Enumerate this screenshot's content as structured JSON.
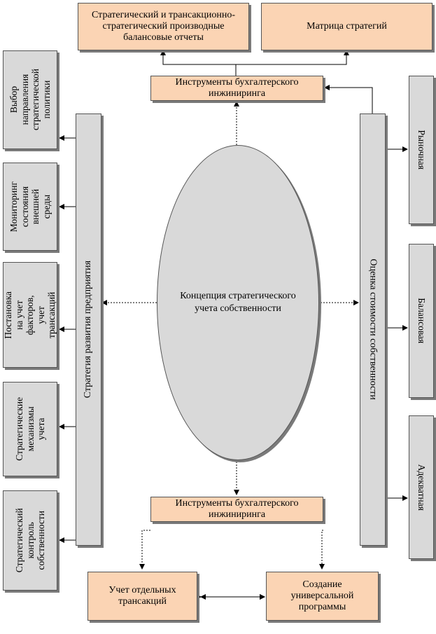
{
  "top": {
    "reports": "Стратегический и трансакционно-стратегический производные балансовые отчеты",
    "matrix": "Матрица стратегий"
  },
  "instruments_top": "Инструменты бухгалтерского инжиниринга",
  "instruments_bottom": "Инструменты бухгалтерского инжиниринга",
  "center": "Концепция  стратегического учета собственности",
  "left_column": "Стратегия развития предприятия",
  "right_column": "Оценка стоимости собственности",
  "left_items": [
    "Выбор направления стратегической политики",
    "Мониторинг состояния внешней среды",
    "Постановка на учет факторов, учет трансакций",
    "Стратегические механизмы учета",
    "Стратегический контроль собственности"
  ],
  "right_items": [
    "Рыночная",
    "Балансовая",
    "Адекватная"
  ],
  "bottom": {
    "left": "Учет отдельных трансакций",
    "right": "Создание универсальной программы"
  }
}
